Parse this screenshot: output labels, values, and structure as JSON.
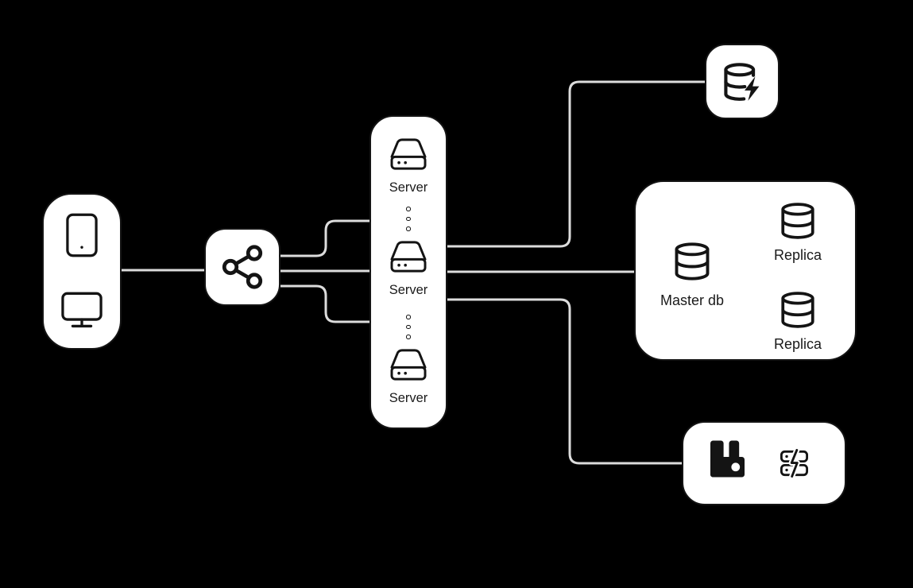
{
  "title": "System architecture diagram",
  "theme": {
    "background": "#000000",
    "node_fill": "#ffffff",
    "node_border": "#141414",
    "line_color": "#dcdcdc",
    "icon_color": "#141414",
    "text_color": "#1a1a1a"
  },
  "nodes": {
    "clients": {
      "icons": [
        "tablet-icon",
        "monitor-icon"
      ]
    },
    "load_balancer": {
      "icon": "share-icon"
    },
    "server_group": {
      "items": [
        {
          "icon": "server-icon",
          "label": "Server"
        },
        {
          "icon": "server-icon",
          "label": "Server"
        },
        {
          "icon": "server-icon",
          "label": "Server"
        }
      ],
      "ellipsis": "vertical-dots"
    },
    "cache": {
      "icon": "database-zap-icon"
    },
    "database_cluster": {
      "master": {
        "icon": "database-icon",
        "label": "Master db"
      },
      "replicas": [
        {
          "icon": "database-icon",
          "label": "Replica"
        },
        {
          "icon": "database-icon",
          "label": "Replica"
        }
      ]
    },
    "message_queue": {
      "icons": [
        "rabbitmq-icon",
        "flash-server-icon"
      ]
    }
  },
  "edges": [
    "clients to load-balancer",
    "load-balancer to server-1",
    "load-balancer to server-2",
    "load-balancer to server-3",
    "servers to cache",
    "servers to database-cluster",
    "servers to message-queue"
  ]
}
